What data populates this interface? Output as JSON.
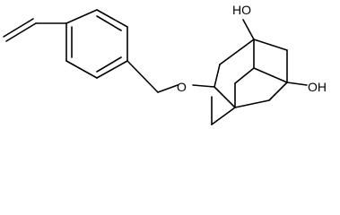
{
  "labels": {
    "oh_top": "HO",
    "oh_right": "OH",
    "ether_o": "O"
  },
  "colors": {
    "bond": "#000000",
    "background": "#ffffff"
  }
}
